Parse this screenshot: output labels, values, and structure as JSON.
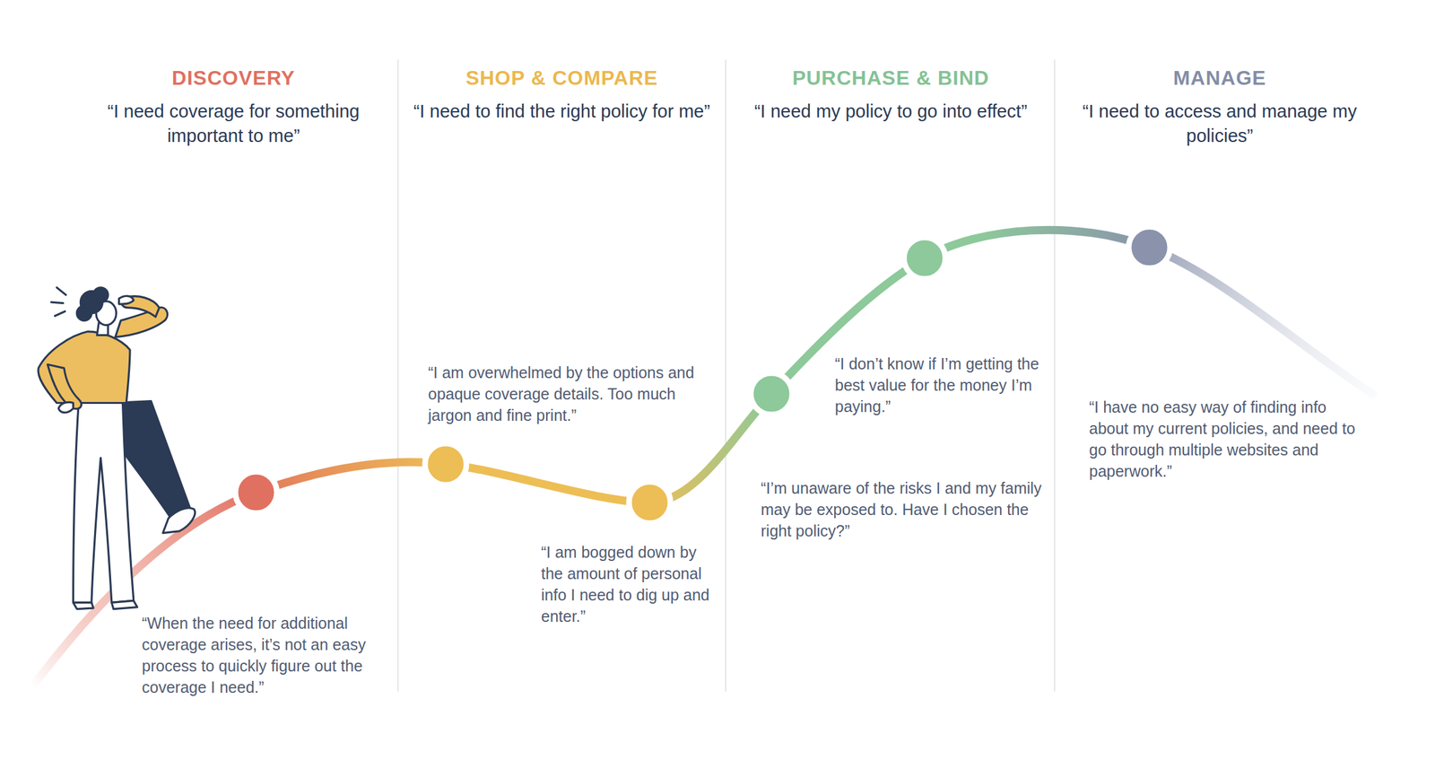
{
  "diagram": {
    "nodes": [
      {
        "text": [
          "DISCOVERY",
          "“I need coverage for something important to me”"
        ]
      },
      {
        "text": [
          "SHOP & COMPARE",
          "“I need to find the right policy for me”"
        ]
      },
      {
        "text": [
          "PURCHASE & BIND",
          "“I need my policy to go into effect”"
        ]
      },
      {
        "text": [
          "MANAGE",
          "“I need to access and manage my policies”"
        ]
      }
    ],
    "labels": [
      "“When the need for additional coverage arises, it’s not an easy process to quickly figure out the coverage I need.”",
      "“I am overwhelmed by the options and opaque coverage details. Too much jargon and fine print.”",
      "“I am bogged down by the amount of personal info I need to dig up and enter.”",
      "“I don’t know if I’m getting the best value for the money I’m paying.”",
      "“I’m unaware of the risks I and my family may be exposed to. Have I chosen the right policy?”",
      "“I have no easy way of finding info about my current policies, and need to go through multiple websites and paperwork.”"
    ]
  }
}
